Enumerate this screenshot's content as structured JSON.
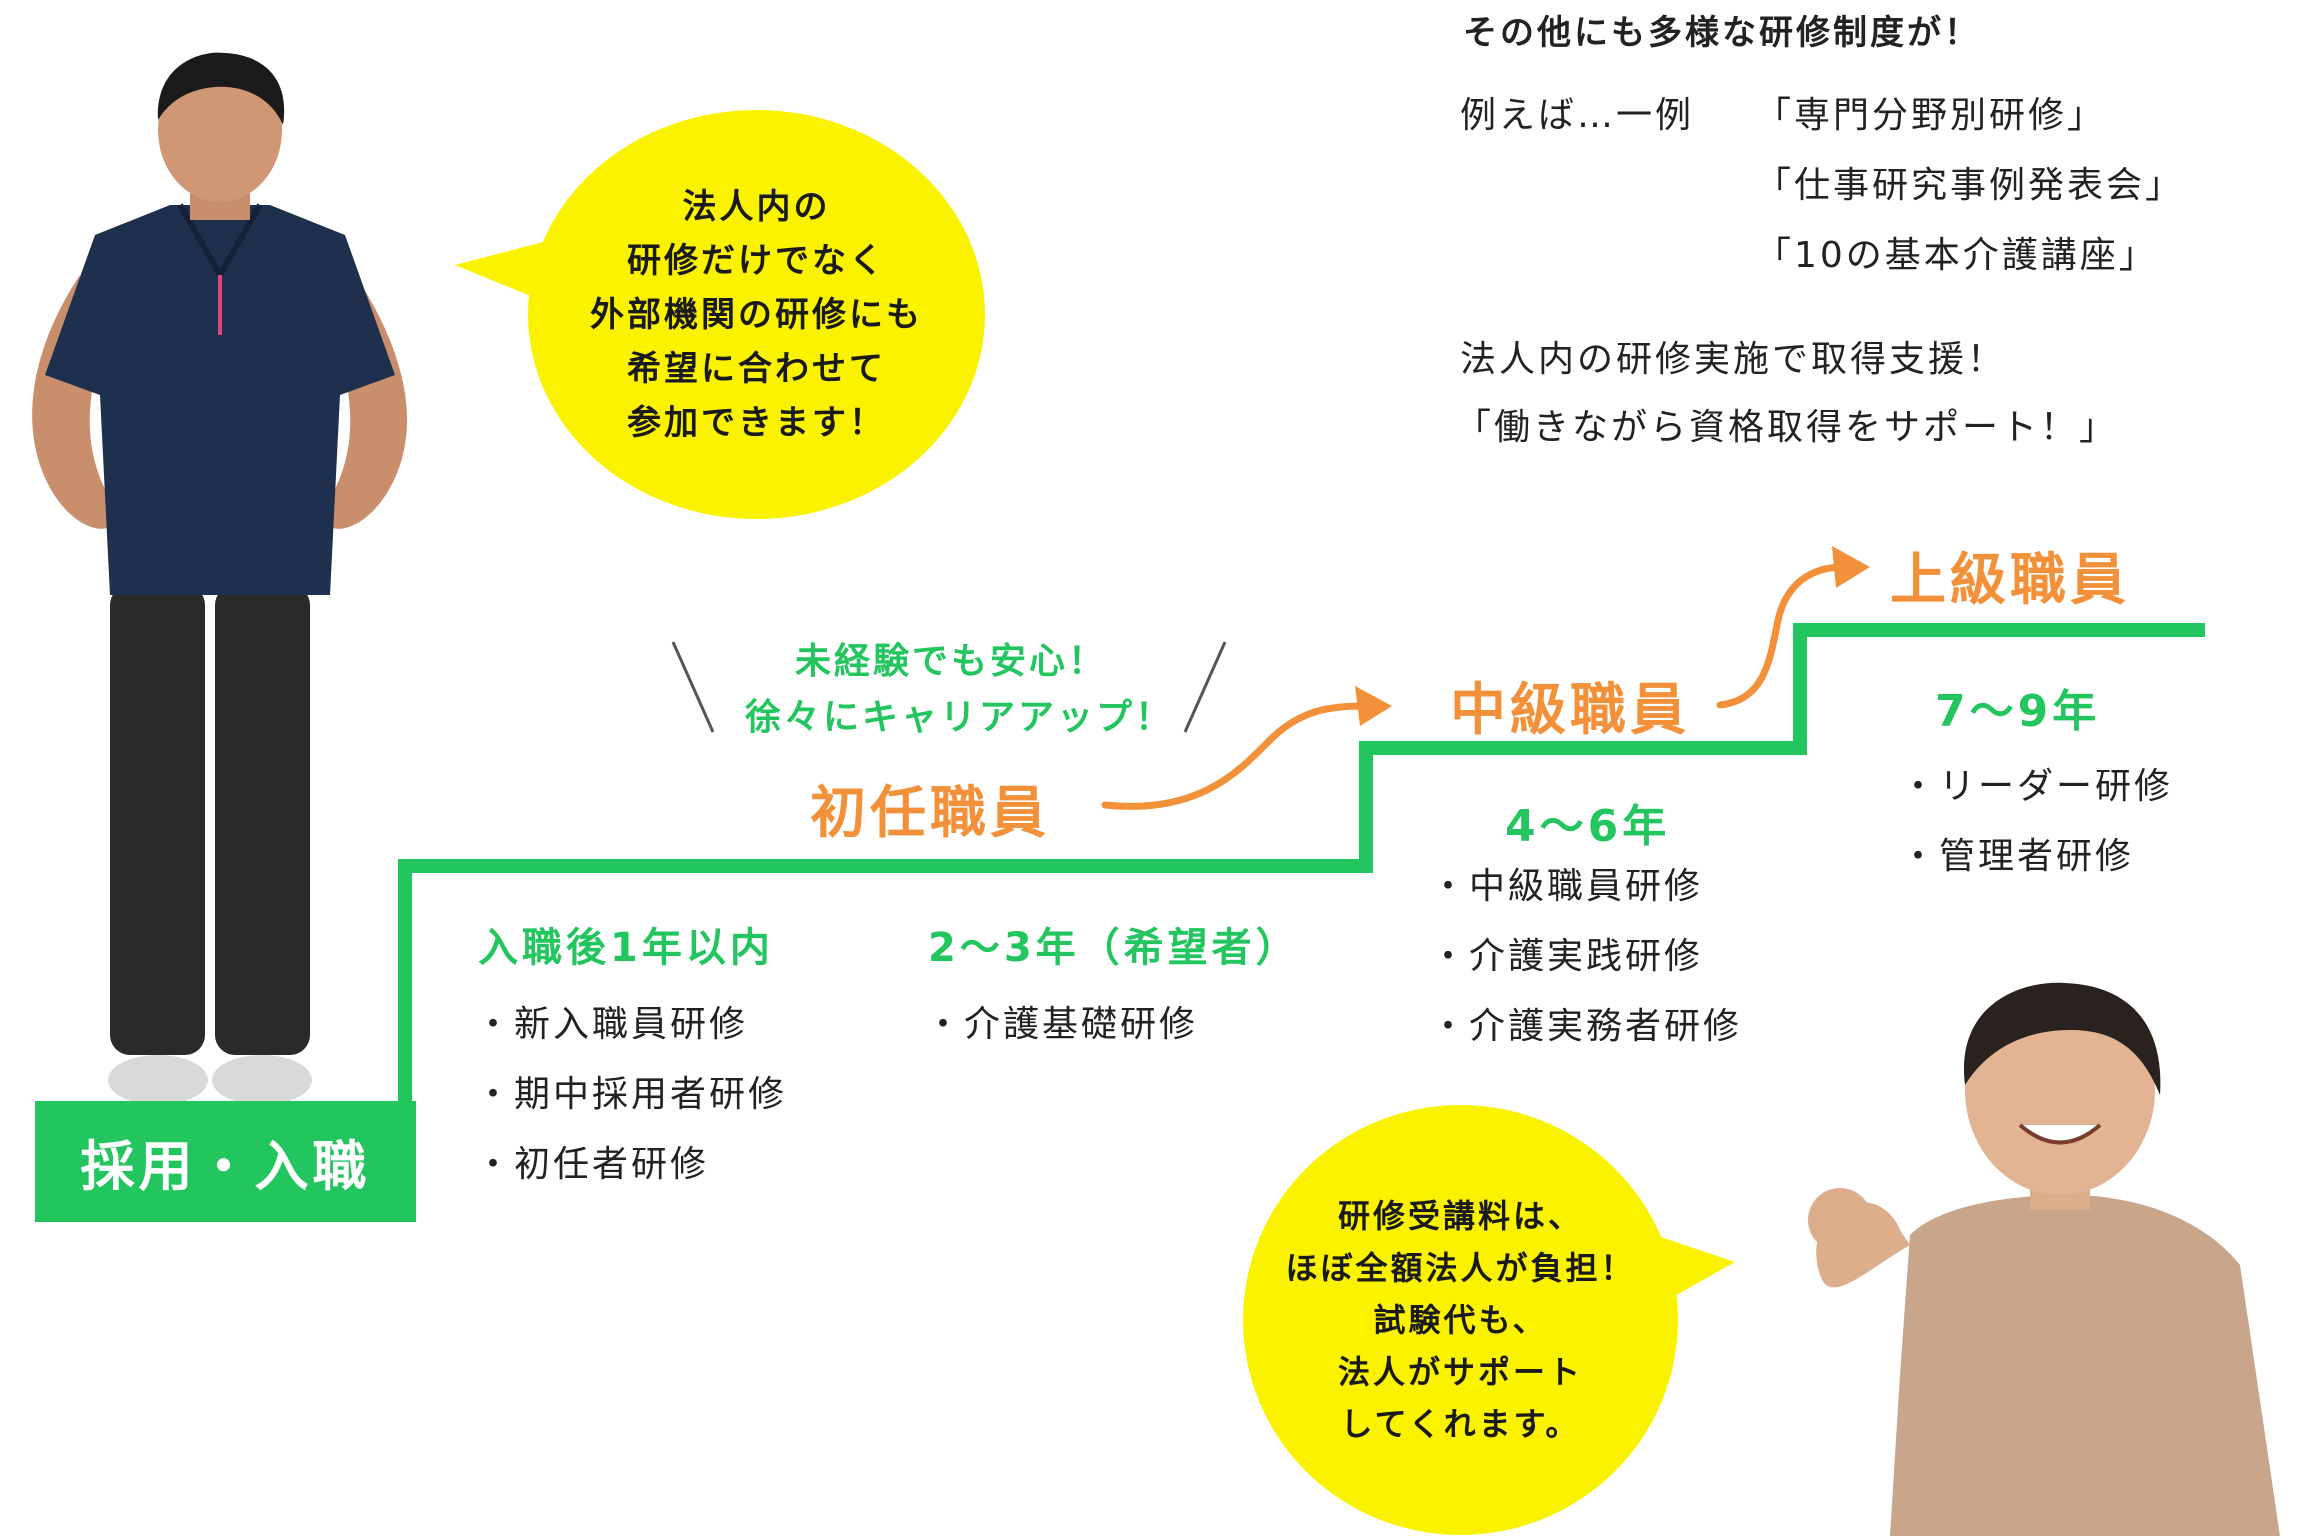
{
  "bubble_top": {
    "lines": [
      "法人内の",
      "研修だけでなく",
      "外部機関の研修にも",
      "希望に合わせて",
      "参加できます！"
    ]
  },
  "bubble_bottom": {
    "lines": [
      "研修受講料は、",
      "ほぼ全額法人が負担！",
      "試験代も、",
      "法人がサポート",
      "してくれます。"
    ]
  },
  "info": {
    "heading": "その他にも多様な研修制度が！",
    "example_prefix": "例えば…一例",
    "examples": [
      "「専門分野別研修」",
      "「仕事研究事例発表会」",
      "「10の基本介護講座」"
    ],
    "support_line1": "法人内の研修実施で取得支援！",
    "support_line2": "「働きながら資格取得をサポート！」"
  },
  "callout": {
    "line1": "未経験でも安心！",
    "line2": "徐々にキャリアアップ！"
  },
  "start": {
    "label": "採用・入職"
  },
  "stage1": {
    "title": "初任職員",
    "period_a": "入職後1年以内",
    "items_a": [
      "・新入職員研修",
      "・期中採用者研修",
      "・初任者研修"
    ],
    "period_b": "2～3年（希望者）",
    "items_b": [
      "・介護基礎研修"
    ]
  },
  "stage2": {
    "title": "中級職員",
    "period": "4～6年",
    "items": [
      "・中級職員研修",
      "・介護実践研修",
      "・介護実務者研修"
    ]
  },
  "stage3": {
    "title": "上級職員",
    "period": "7～9年",
    "items": [
      "・リーダー研修",
      "・管理者研修"
    ]
  },
  "colors": {
    "green": "#22c55e",
    "orange": "#f2913a",
    "yellow": "#fbf200"
  }
}
